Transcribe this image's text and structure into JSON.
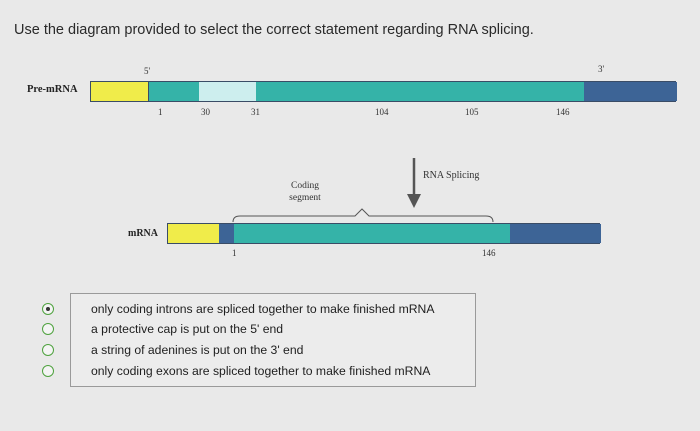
{
  "question": "Use the diagram provided to select the correct statement regarding RNA splicing.",
  "diagram": {
    "pre_mrna_label": "Pre-mRNA",
    "five_prime": "5'",
    "three_prime": "3'",
    "pre_ticks": [
      "1",
      "30",
      "31",
      "104",
      "105",
      "146"
    ],
    "coding_segment": "Coding\nsegment",
    "rna_splicing": "RNA Splicing",
    "mrna_label": "mRNA",
    "mrna_ticks": [
      "1",
      "146"
    ],
    "colors": {
      "yellow": "#f0ec4a",
      "teal": "#35b3a8",
      "light_teal": "#cdeeee",
      "dark_blue": "#3d6496",
      "outline": "#3a4c66"
    }
  },
  "options": [
    {
      "label": "only coding introns are spliced together to make finished mRNA",
      "selected": true
    },
    {
      "label": "a protective cap is put on the 5' end",
      "selected": false
    },
    {
      "label": "a string of adenines is put on the 3' end",
      "selected": false
    },
    {
      "label": "only coding exons are spliced together to make finished mRNA",
      "selected": false
    }
  ]
}
